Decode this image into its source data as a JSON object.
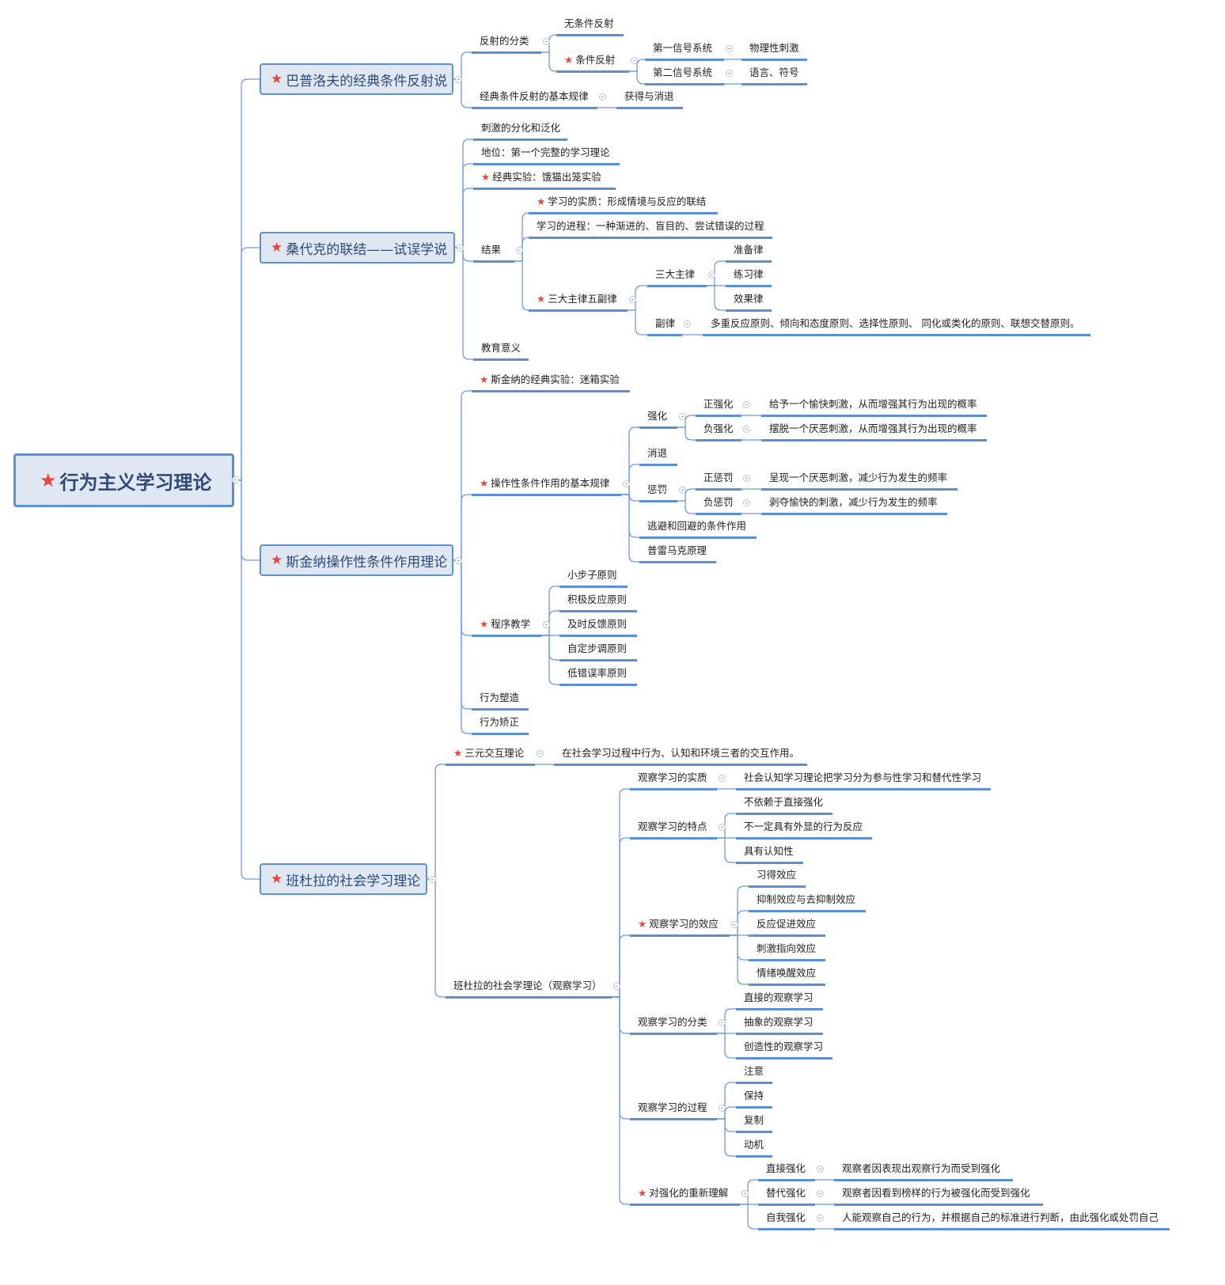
{
  "root": {
    "label": "行为主义学习理论",
    "star": true
  },
  "colors": {
    "accent": "#5b8fd6",
    "star": "#e8453c",
    "box_fill": "#dfe7f3"
  },
  "branches": [
    {
      "label": "巴普洛夫的经典条件反射说",
      "star": true,
      "children": [
        {
          "label": "反射的分类",
          "children": [
            {
              "label": "无条件反射"
            },
            {
              "label": "条件反射",
              "star": true,
              "children": [
                {
                  "label": "第一信号系统",
                  "children": [
                    {
                      "label": "物理性刺激"
                    }
                  ]
                },
                {
                  "label": "第二信号系统",
                  "children": [
                    {
                      "label": "语言、符号"
                    }
                  ]
                }
              ]
            }
          ]
        },
        {
          "label": "经典条件反射的基本规律",
          "children": [
            {
              "label": "获得与消退"
            }
          ]
        }
      ]
    },
    {
      "label": "桑代克的联结——试误学说",
      "star": true,
      "children": [
        {
          "label": "刺激的分化和泛化"
        },
        {
          "label": "地位：第一个完整的学习理论"
        },
        {
          "label": "经典实验：饿猫出笼实验",
          "star": true
        },
        {
          "label": "结果",
          "children": [
            {
              "label": "学习的实质：形成情境与反应的联结",
              "star": true
            },
            {
              "label": "学习的进程：一种渐进的、盲目的、尝试错误的过程"
            },
            {
              "label": "三大主律五副律",
              "star": true,
              "children": [
                {
                  "label": "三大主律",
                  "children": [
                    {
                      "label": "准备律"
                    },
                    {
                      "label": "练习律"
                    },
                    {
                      "label": "效果律"
                    }
                  ]
                },
                {
                  "label": "副律",
                  "children": [
                    {
                      "label": "多重反应原则、倾向和态度原则、选择性原则、 同化或类化的原则、联想交替原则。"
                    }
                  ]
                }
              ]
            }
          ]
        },
        {
          "label": "教育意义"
        }
      ]
    },
    {
      "label": "斯金纳操作性条件作用理论",
      "star": true,
      "children": [
        {
          "label": "斯金纳的经典实验：迷箱实验",
          "star": true
        },
        {
          "label": "操作性条件作用的基本规律",
          "star": true,
          "children": [
            {
              "label": "强化",
              "children": [
                {
                  "label": "正强化",
                  "children": [
                    {
                      "label": "给予一个愉快刺激，从而增强其行为出现的概率"
                    }
                  ]
                },
                {
                  "label": "负强化",
                  "children": [
                    {
                      "label": "摆脱一个厌恶刺激，从而增强其行为出现的概率"
                    }
                  ]
                }
              ]
            },
            {
              "label": "消退"
            },
            {
              "label": "惩罚",
              "children": [
                {
                  "label": "正惩罚",
                  "children": [
                    {
                      "label": "呈现一个厌恶刺激，减少行为发生的频率"
                    }
                  ]
                },
                {
                  "label": "负惩罚",
                  "children": [
                    {
                      "label": "剥夺愉快的刺激，减少行为发生的频率"
                    }
                  ]
                }
              ]
            },
            {
              "label": "逃避和回避的条件作用"
            },
            {
              "label": "普雷马克原理"
            }
          ]
        },
        {
          "label": "程序教学",
          "star": true,
          "children": [
            {
              "label": "小步子原则"
            },
            {
              "label": "积极反应原则"
            },
            {
              "label": "及时反馈原则"
            },
            {
              "label": "自定步调原则"
            },
            {
              "label": "低错误率原则"
            }
          ]
        },
        {
          "label": "行为塑造"
        },
        {
          "label": "行为矫正"
        }
      ]
    },
    {
      "label": "班杜拉的社会学习理论",
      "star": true,
      "children": [
        {
          "label": "三元交互理论",
          "star": true,
          "children": [
            {
              "label": "在社会学习过程中行为、认知和环境三者的交互作用。"
            }
          ]
        },
        {
          "label": "班杜拉的社会学理论（观察学习）",
          "children": [
            {
              "label": "观察学习的实质",
              "children": [
                {
                  "label": "社会认知学习理论把学习分为参与性学习和替代性学习"
                }
              ]
            },
            {
              "label": "观察学习的特点",
              "children": [
                {
                  "label": "不依赖于直接强化"
                },
                {
                  "label": "不一定具有外显的行为反应"
                },
                {
                  "label": "具有认知性"
                }
              ]
            },
            {
              "label": "观察学习的效应",
              "star": true,
              "children": [
                {
                  "label": "习得效应"
                },
                {
                  "label": "抑制效应与去抑制效应"
                },
                {
                  "label": "反应促进效应"
                },
                {
                  "label": "刺激指向效应"
                },
                {
                  "label": "情绪唤醒效应"
                }
              ]
            },
            {
              "label": "观察学习的分类",
              "children": [
                {
                  "label": "直接的观察学习"
                },
                {
                  "label": "抽象的观察学习"
                },
                {
                  "label": "创造性的观察学习"
                }
              ]
            },
            {
              "label": "观察学习的过程",
              "children": [
                {
                  "label": "注意"
                },
                {
                  "label": "保持"
                },
                {
                  "label": "复制"
                },
                {
                  "label": "动机"
                }
              ]
            },
            {
              "label": "对强化的重新理解",
              "star": true,
              "children": [
                {
                  "label": "直接强化",
                  "children": [
                    {
                      "label": "观察者因表现出观察行为而受到强化"
                    }
                  ]
                },
                {
                  "label": "替代强化",
                  "children": [
                    {
                      "label": "观察者因看到榜样的行为被强化而受到强化"
                    }
                  ]
                },
                {
                  "label": "自我强化",
                  "children": [
                    {
                      "label": "人能观察自己的行为，并根据自己的标准进行判断，由此强化或处罚自己"
                    }
                  ]
                }
              ]
            }
          ]
        }
      ]
    }
  ]
}
